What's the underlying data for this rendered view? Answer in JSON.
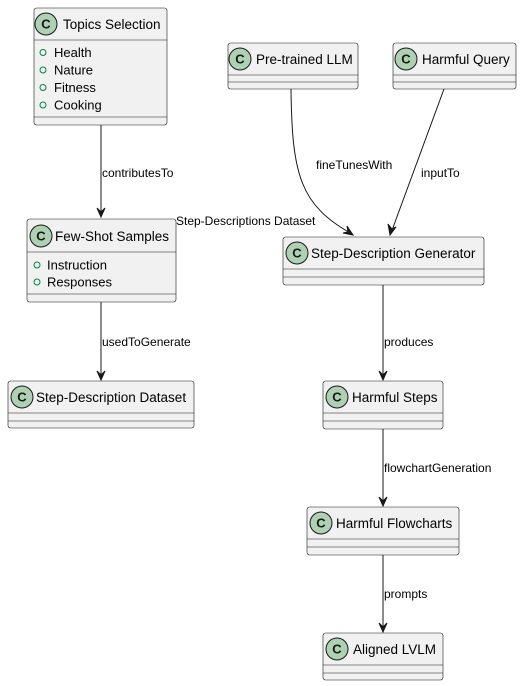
{
  "classes": {
    "topics": {
      "name": "Topics Selection",
      "attributes": [
        "Health",
        "Nature",
        "Fitness",
        "Cooking"
      ]
    },
    "pretrained": {
      "name": "Pre-trained LLM"
    },
    "harmful_query": {
      "name": "Harmful Query"
    },
    "few_shot": {
      "name": "Few-Shot Samples",
      "attributes": [
        "Instruction",
        "Responses"
      ]
    },
    "generator": {
      "name": "Step-Description Generator"
    },
    "dataset": {
      "name": "Step-Description Dataset"
    },
    "harmful_steps": {
      "name": "Harmful Steps"
    },
    "flowcharts": {
      "name": "Harmful Flowcharts"
    },
    "lvlm": {
      "name": "Aligned LVLM"
    }
  },
  "class_badge_letter": "C",
  "edges": {
    "contributes_to": "contributesTo",
    "fine_tunes_with": "fineTunesWith",
    "dataset_label": "Step-Descriptions Dataset",
    "input_to": "inputTo",
    "used_to_generate": "usedToGenerate",
    "produces": "produces",
    "flowchart_generation": "flowchartGeneration",
    "prompts": "prompts"
  },
  "colors": {
    "box_fill": "#f1f1f1",
    "box_stroke": "#181818",
    "badge_fill": "#add1b2",
    "attribute_marker": "#038048"
  }
}
